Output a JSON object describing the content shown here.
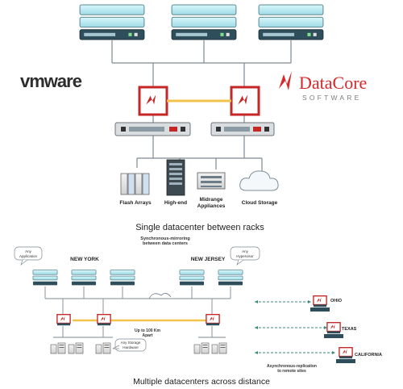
{
  "colors": {
    "server_light": "#bfeff5",
    "server_mid": "#a6dfe8",
    "server_dark": "#2f4e5c",
    "line": "#7f8a92",
    "accent_red": "#c52626",
    "link_yellow": "#f1c34a",
    "vmware": "#2d2d2d",
    "datacore_red": "#d8282a",
    "text": "#222222"
  },
  "logos": {
    "vmware": "vmware",
    "datacore_title": "DataCore",
    "datacore_sub": "SOFTWARE"
  },
  "storage": {
    "flash": "Flash Arrays",
    "highend": "High-end",
    "midrange_1": "Midrange",
    "midrange_2": "Appliances",
    "cloud": "Cloud Storage"
  },
  "captions": {
    "single": "Single datacenter between racks",
    "multi": "Multiple datacenters across distance"
  },
  "bottom": {
    "sync_1": "Synchronous-mirroring",
    "sync_2": "between data centers",
    "new_york": "NEW YORK",
    "new_jersey": "NEW JERSEY",
    "bubble_app_1": "Any",
    "bubble_app_2": "Application",
    "bubble_hyp_1": "Any",
    "bubble_hyp_2": "Hypervisor",
    "distance_1": "Up to 100 Km",
    "distance_2": "Apart",
    "bubble_hw_1": "Any Storage",
    "bubble_hw_2": "Hardware",
    "ohio": "OHIO",
    "texas": "TEXAS",
    "california": "CALIFORNIA",
    "async_1": "Asynchronous-replication",
    "async_2": "to remote sites"
  }
}
